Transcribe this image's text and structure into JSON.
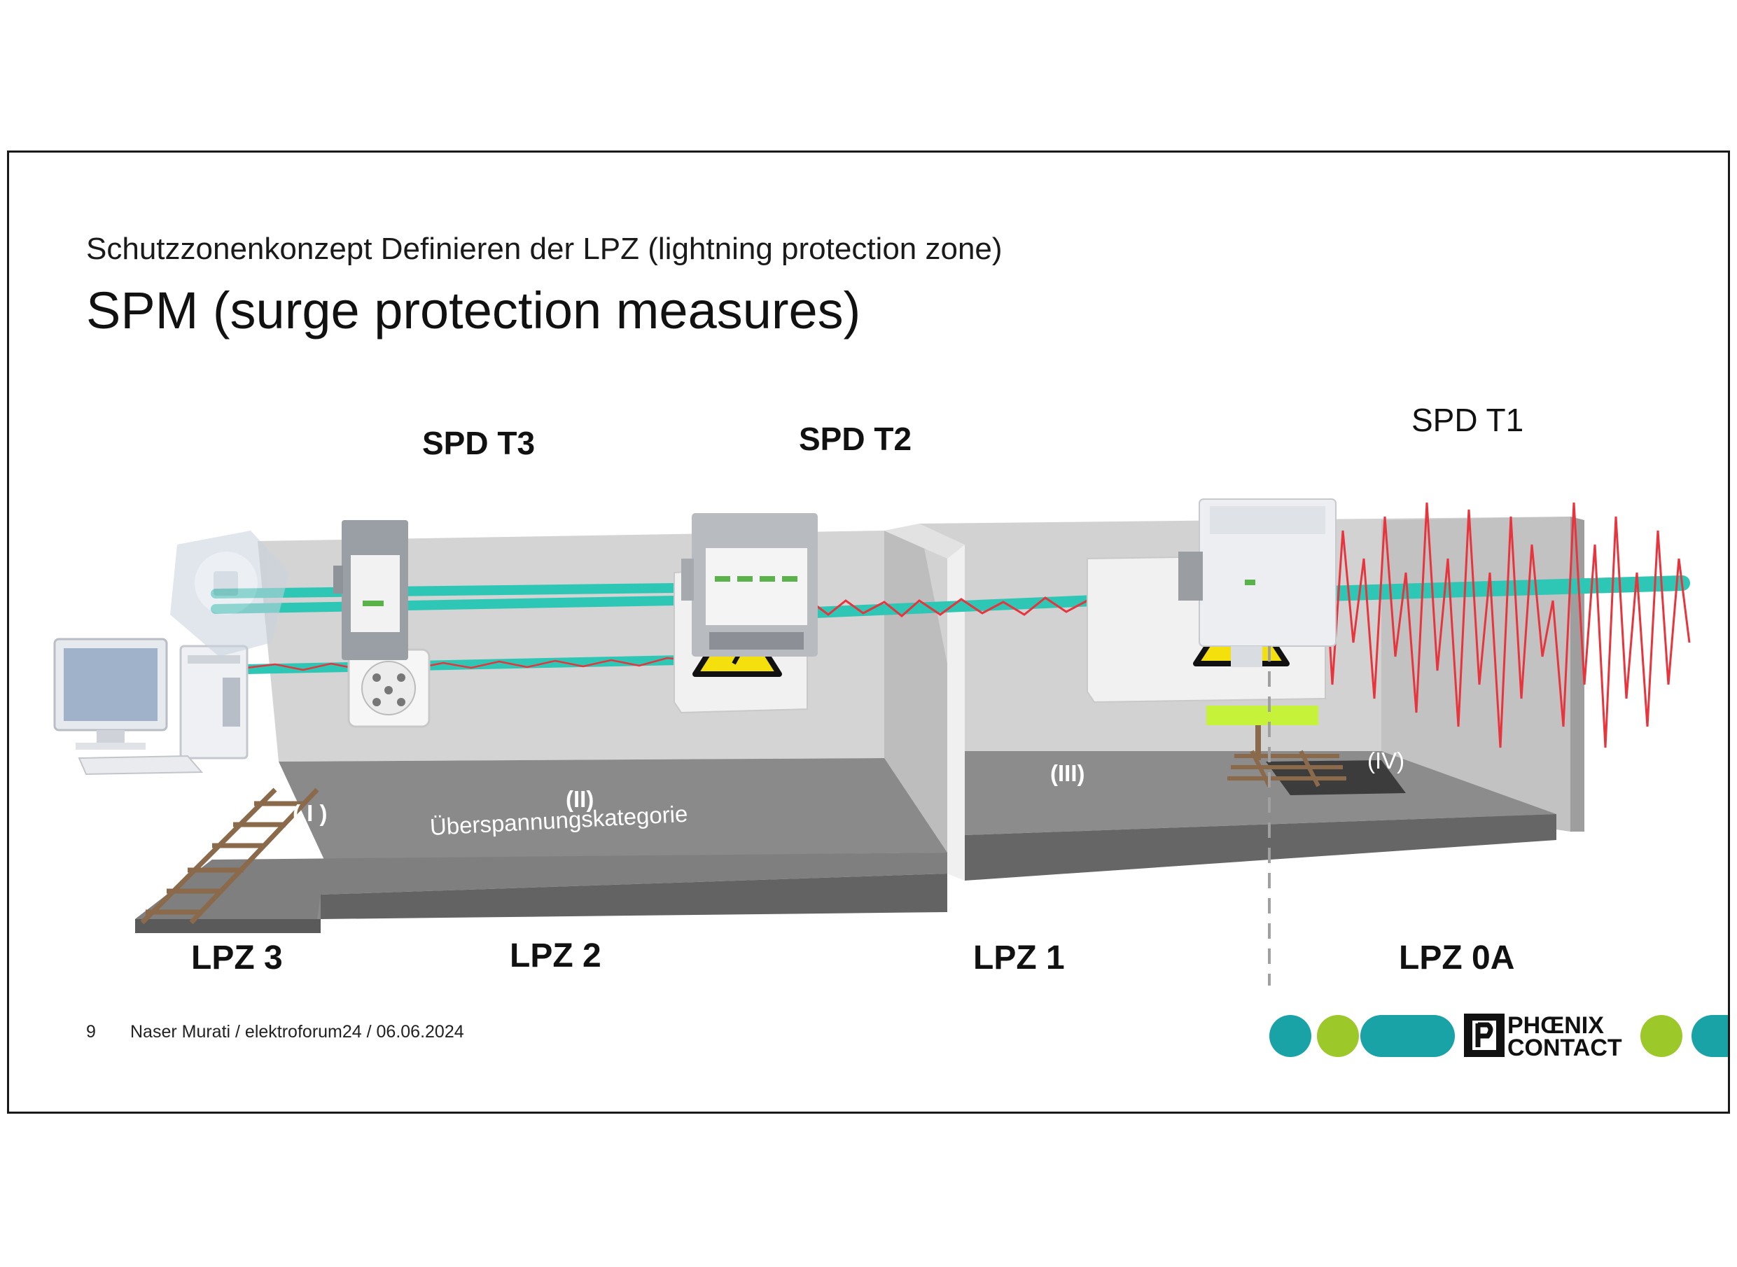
{
  "header": {
    "subtitle": "Schutzzonenkonzept Definieren der LPZ (lightning protection zone)",
    "title": "SPM (surge protection measures)"
  },
  "devices": {
    "spd_t3": "SPD T3",
    "spd_t2": "SPD T2",
    "spd_t1": "SPD T1"
  },
  "zones": {
    "lpz3": "LPZ 3",
    "lpz2": "LPZ 2",
    "lpz1": "LPZ 1",
    "lpz0a": "LPZ 0A"
  },
  "categories": {
    "cat1": "( I )",
    "cat2": "(II)",
    "cat2_label": "Überspannungskategorie",
    "cat3": "(III)",
    "cat4": "(IV)"
  },
  "footer": {
    "page": "9",
    "text": "Naser Murati / elektroforum24 / 06.06.2024"
  },
  "logo": {
    "line1": "PHŒNIX",
    "line2": "CONTACT"
  },
  "colors": {
    "cable": "#2ec6b4",
    "surge": "#e8343c",
    "wall": "#cfcfcf",
    "floor": "#6e6e6e",
    "warning": "#f4e00c",
    "logo_teal": "#1aa3a6",
    "logo_green": "#9cc82a",
    "rail": "#c6f23a"
  }
}
